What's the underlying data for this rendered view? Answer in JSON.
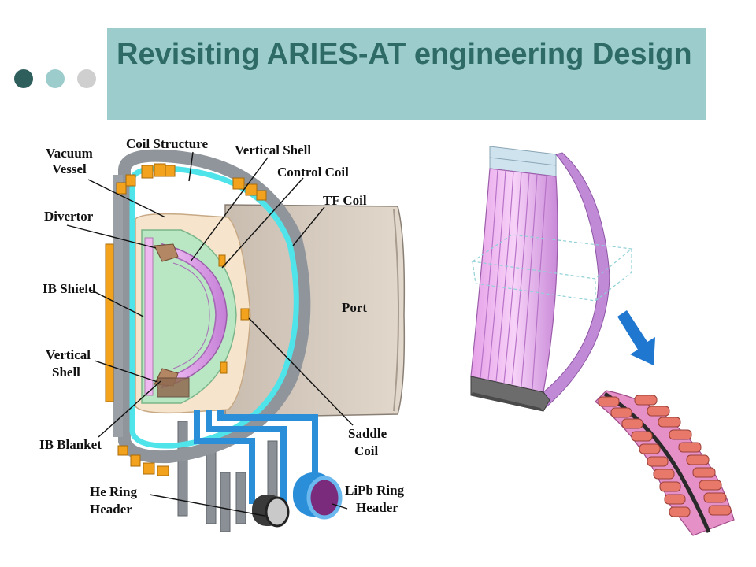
{
  "slide": {
    "title": "Revisiting ARIES-AT engineering Design",
    "dots": [
      "#2e5f5c",
      "#9ccccb",
      "#cfcfcf"
    ]
  },
  "labels": {
    "coil_structure": "Coil Structure",
    "vacuum_vessel_1": "Vacuum",
    "vacuum_vessel_2": "Vessel",
    "vertical_shell_top": "Vertical Shell",
    "control_coil": "Control Coil",
    "tf_coil": "TF Coil",
    "divertor": "Divertor",
    "ib_shield": "IB Shield",
    "vertical_shell_left_1": "Vertical",
    "vertical_shell_left_2": "Shell",
    "ib_blanket": "IB Blanket",
    "port": "Port",
    "saddle_coil_1": "Saddle",
    "saddle_coil_2": "Coil",
    "he_ring_header_1": "He Ring",
    "he_ring_header_2": "Header",
    "lipb_ring_header_1": "LiPb Ring",
    "lipb_ring_header_2": "Header"
  },
  "colors": {
    "title_bg": "#9ccccb",
    "title_text": "#2f6b66",
    "tf_coil": "#4fe3ea",
    "coil_structure": "#8f959b",
    "orange_coils": "#f2a21c",
    "port": "#d6cbbe",
    "shield_green": "#b9e6c3",
    "blanket_pink": "#e6a6ee",
    "lipb_blue": "#2a8fd8",
    "arrow_blue": "#1f77d0"
  }
}
